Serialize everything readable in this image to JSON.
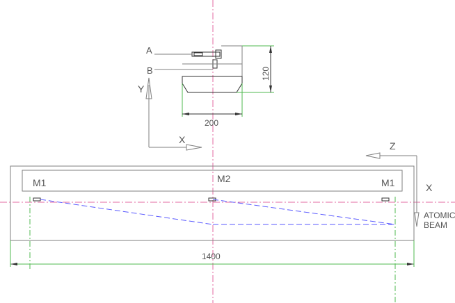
{
  "labels": {
    "a": "A",
    "b": "B",
    "dim_120": "120",
    "dim_200": "200",
    "axis_y": "Y",
    "axis_x_upper": "X",
    "axis_z": "Z",
    "axis_x_right": "X",
    "m1_left": "M1",
    "m2": "M2",
    "m1_right": "M1",
    "atomic": "ATOMIC",
    "beam": "BEAM",
    "dim_1400": "1400"
  },
  "colors": {
    "outline": "#7f7f7f",
    "dimension_green": "#4fb84f",
    "centerline_pink": "#e36aa0",
    "beam_path_blue": "#5a5aff",
    "dark_detail": "#333333"
  }
}
